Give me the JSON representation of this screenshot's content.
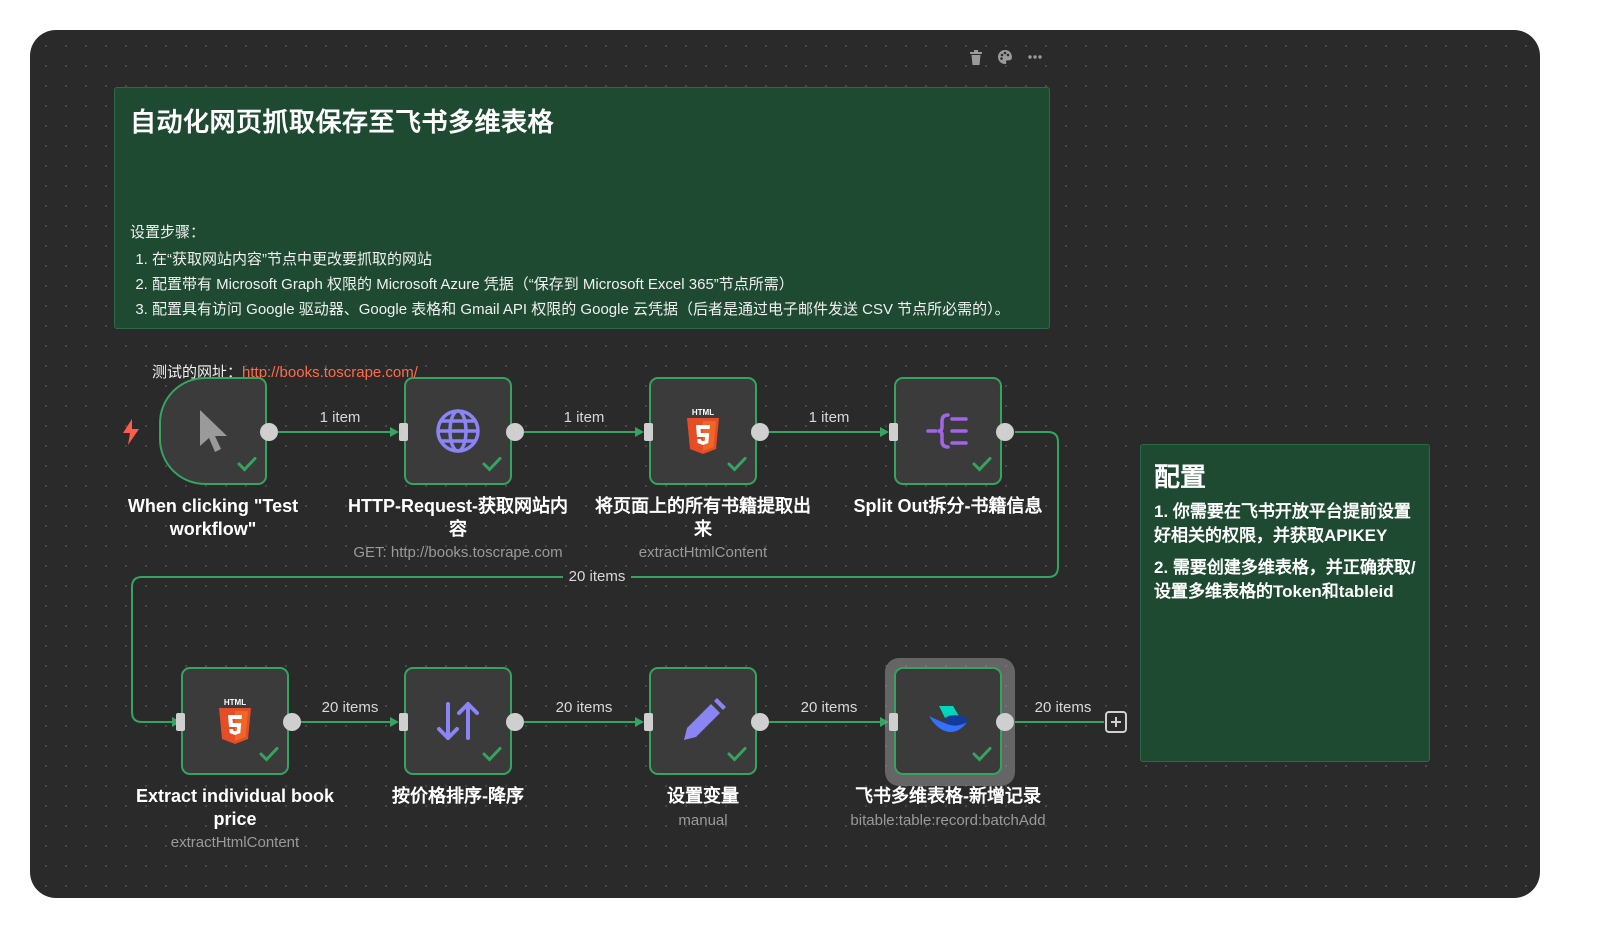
{
  "toolbar": {
    "icons": [
      "trash-icon",
      "palette-icon",
      "more-icon"
    ]
  },
  "note_main": {
    "title": "自动化网页抓取保存至飞书多维表格",
    "steps_heading": "设置步骤：",
    "steps": [
      "在“获取网站内容”节点中更改要抓取的网站",
      "配置带有 Microsoft Graph 权限的 Microsoft Azure 凭据（“保存到 Microsoft Excel 365”节点所需）",
      "配置具有访问 Google 驱动器、Google 表格和 Gmail API 权限的 Google 云凭据（后者是通过电子邮件发送 CSV 节点所必需的）。"
    ],
    "url_label": "测试的网址：",
    "url": "http://books.toscrape.com/"
  },
  "note_config": {
    "title": "配置",
    "items": [
      "1. 你需要在飞书开放平台提前设置好相关的权限，并获取APIKEY",
      "2. 需要创建多维表格，并正确获取/设置多维表格的Token和tableid"
    ]
  },
  "nodes": [
    {
      "id": "trigger",
      "label": "When clicking \"Test workflow\"",
      "sub": "",
      "icon": "cursor-icon"
    },
    {
      "id": "http",
      "label": "HTTP-Request-获取网站内容",
      "sub": "GET: http://books.toscrape.com",
      "icon": "globe-icon"
    },
    {
      "id": "extract_books",
      "label": "将页面上的所有书籍提取出来",
      "sub": "extractHtmlContent",
      "icon": "html5-icon"
    },
    {
      "id": "split",
      "label": "Split Out拆分-书籍信息",
      "sub": "",
      "icon": "split-icon"
    },
    {
      "id": "extract_price",
      "label": "Extract individual book price",
      "sub": "extractHtmlContent",
      "icon": "html5-icon"
    },
    {
      "id": "sort",
      "label": "按价格排序-降序",
      "sub": "",
      "icon": "sort-icon"
    },
    {
      "id": "set",
      "label": "设置变量",
      "sub": "manual",
      "icon": "pencil-icon"
    },
    {
      "id": "feishu",
      "label": "飞书多维表格-新增记录",
      "sub": "bitable:table:record:batchAdd",
      "icon": "feishu-icon"
    }
  ],
  "edges": [
    "1 item",
    "1 item",
    "1 item",
    "20 items",
    "20 items",
    "20 items",
    "20 items",
    "20 items"
  ],
  "html_badge": "HTML",
  "colors": {
    "canvas_bg": "#2a2a2a",
    "note_bg": "#1e4a31",
    "node_border": "#35a460",
    "connection": "#35a460",
    "link": "#ff6b4a",
    "accent_purple": "#8b84f5",
    "trigger_bolt": "#ff5c4a"
  }
}
